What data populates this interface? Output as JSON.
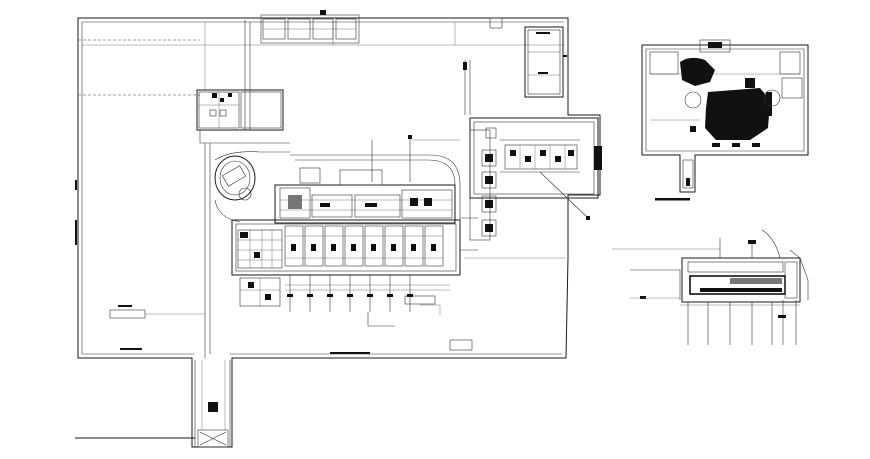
{
  "drawing": {
    "background": "#ffffff",
    "ink": "#111111",
    "views": [
      "site-plan",
      "detail-plan-top-right",
      "section-bottom-right"
    ]
  }
}
